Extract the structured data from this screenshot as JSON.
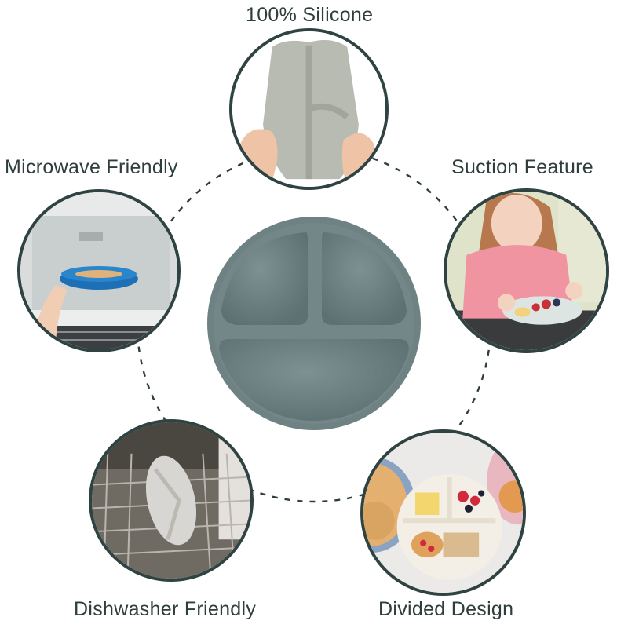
{
  "features": [
    {
      "id": "silicone",
      "label": "100% Silicone",
      "image": "hands-bending-silicone-plate"
    },
    {
      "id": "microwave",
      "label": "Microwave Friendly",
      "image": "blue-plate-in-microwave"
    },
    {
      "id": "suction",
      "label": "Suction Feature",
      "image": "girl-eating-from-suction-plate"
    },
    {
      "id": "dishwasher",
      "label": "Dishwasher Friendly",
      "image": "plate-in-dishwasher-rack"
    },
    {
      "id": "divided",
      "label": "Divided Design",
      "image": "divided-plate-with-food"
    }
  ],
  "center_product": {
    "image": "grey-blue-divided-silicone-plate",
    "color": "#6e8284"
  },
  "colors": {
    "text": "#2f3d3c",
    "circle_border": "#2f4342",
    "dashes": "#2f3d3c"
  }
}
